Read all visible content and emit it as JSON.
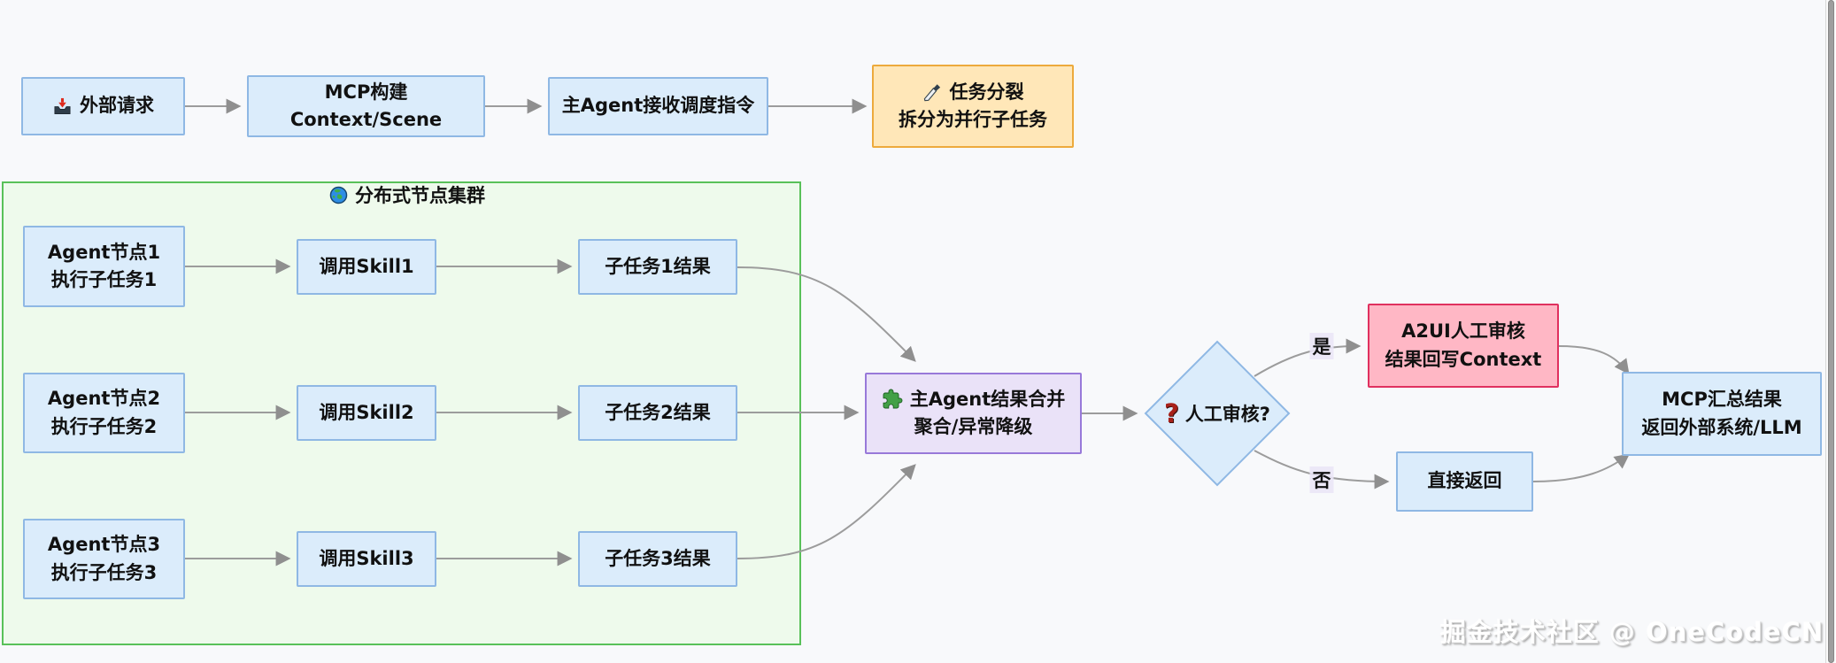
{
  "watermark": "掘金技术社区 @ OneCodeCN",
  "palette": {
    "background": "#f8f9fb",
    "node_blue_fill": "#dbecfb",
    "node_blue_border": "#8fb8e4",
    "task_split_fill": "#ffe7b8",
    "task_split_border": "#edaa3c",
    "cluster_fill": "#eefaec",
    "cluster_border": "#59c159",
    "merge_fill": "#eae2f8",
    "merge_border": "#9879d9",
    "review_fill": "#dbecfb",
    "review_border": "#8fb8e4",
    "a2ui_fill": "#ffb7c5",
    "a2ui_border": "#e0315f",
    "arrow": "#9c9c9c",
    "edge_label_bg": "#e9e6f6"
  },
  "icon_glyphs": {
    "question_mark": "?"
  },
  "nodes": {
    "external_request": {
      "label": "外部请求",
      "icon": "inbox-icon"
    },
    "mcp_build": {
      "label": "MCP构建Context/Scene"
    },
    "main_agent_receive": {
      "label": "主Agent接收调度指令"
    },
    "task_split": {
      "line1": "任务分裂",
      "line2": "拆分为并行子任务",
      "icon": "knife-icon"
    },
    "cluster": {
      "label": "分布式节点集群",
      "icon": "globe-icon"
    },
    "agent1": {
      "line1": "Agent节点1",
      "line2": "执行子任务1"
    },
    "skill1": {
      "label": "调用Skill1"
    },
    "result1": {
      "label": "子任务1结果"
    },
    "agent2": {
      "line1": "Agent节点2",
      "line2": "执行子任务2"
    },
    "skill2": {
      "label": "调用Skill2"
    },
    "result2": {
      "label": "子任务2结果"
    },
    "agent3": {
      "line1": "Agent节点3",
      "line2": "执行子任务3"
    },
    "skill3": {
      "label": "调用Skill3"
    },
    "result3": {
      "label": "子任务3结果"
    },
    "merge": {
      "line1": "主Agent结果合并",
      "line2": "聚合/异常降级",
      "icon": "puzzle-icon"
    },
    "review": {
      "label": "人工审核?",
      "icon": "question-icon"
    },
    "a2ui": {
      "line1": "A2UI人工审核",
      "line2": "结果回写Context"
    },
    "direct_return": {
      "label": "直接返回"
    },
    "mcp_summary": {
      "line1": "MCP汇总结果",
      "line2": "返回外部系统/LLM"
    }
  },
  "edges": {
    "yes_label": "是",
    "no_label": "否"
  }
}
